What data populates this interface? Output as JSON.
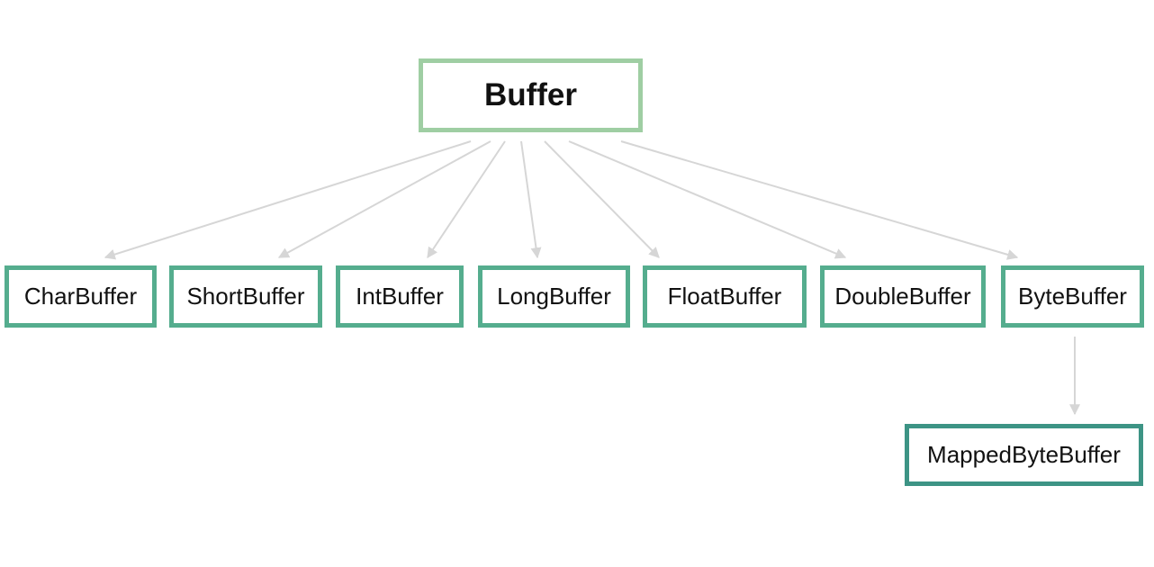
{
  "diagram": {
    "root": {
      "label": "Buffer"
    },
    "children": [
      {
        "label": "CharBuffer"
      },
      {
        "label": "ShortBuffer"
      },
      {
        "label": "IntBuffer"
      },
      {
        "label": "LongBuffer"
      },
      {
        "label": "FloatBuffer"
      },
      {
        "label": "DoubleBuffer"
      },
      {
        "label": "ByteBuffer"
      }
    ],
    "grandchild": {
      "label": "MappedByteBuffer",
      "parent": "ByteBuffer"
    },
    "colors": {
      "root_border": "#9fcea3",
      "child_border": "#55ad8e",
      "leaf_border": "#3d9485",
      "edge": "#d6d6d6"
    }
  }
}
